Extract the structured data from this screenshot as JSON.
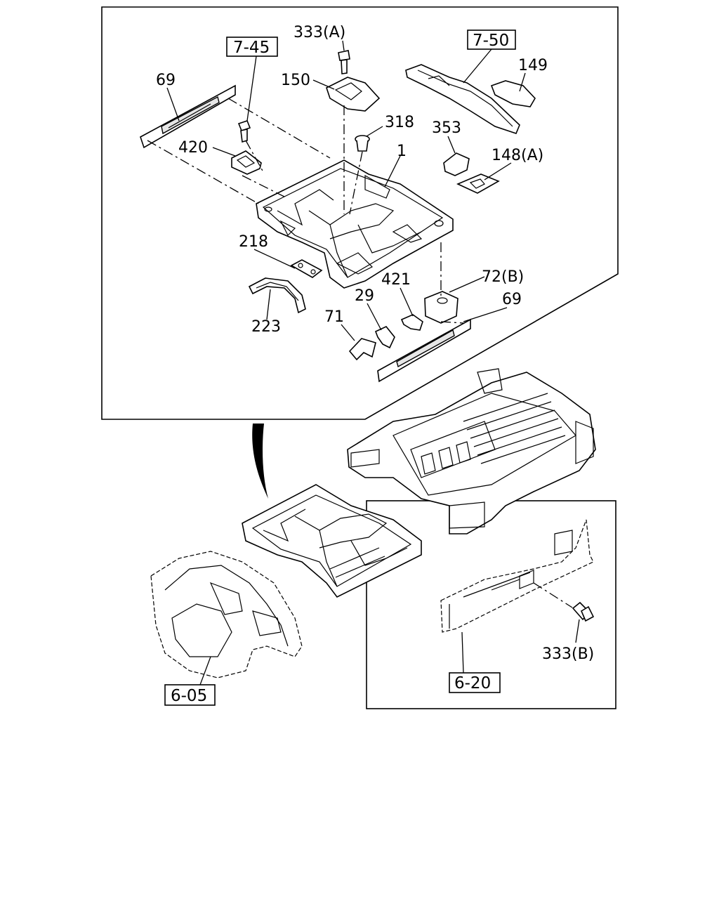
{
  "diagram": {
    "callouts": {
      "p69_left": "69",
      "ref_7_45": "7-45",
      "p333a": "333(A)",
      "p150": "150",
      "ref_7_50": "7-50",
      "p149": "149",
      "p318": "318",
      "p353": "353",
      "p420": "420",
      "p1": "1",
      "p148a": "148(A)",
      "p218": "218",
      "p72b": "72(B)",
      "p421": "421",
      "p29": "29",
      "p69_right": "69",
      "p71": "71",
      "p223": "223",
      "ref_6_05": "6-05",
      "ref_6_20": "6-20",
      "p333b": "333(B)"
    }
  }
}
